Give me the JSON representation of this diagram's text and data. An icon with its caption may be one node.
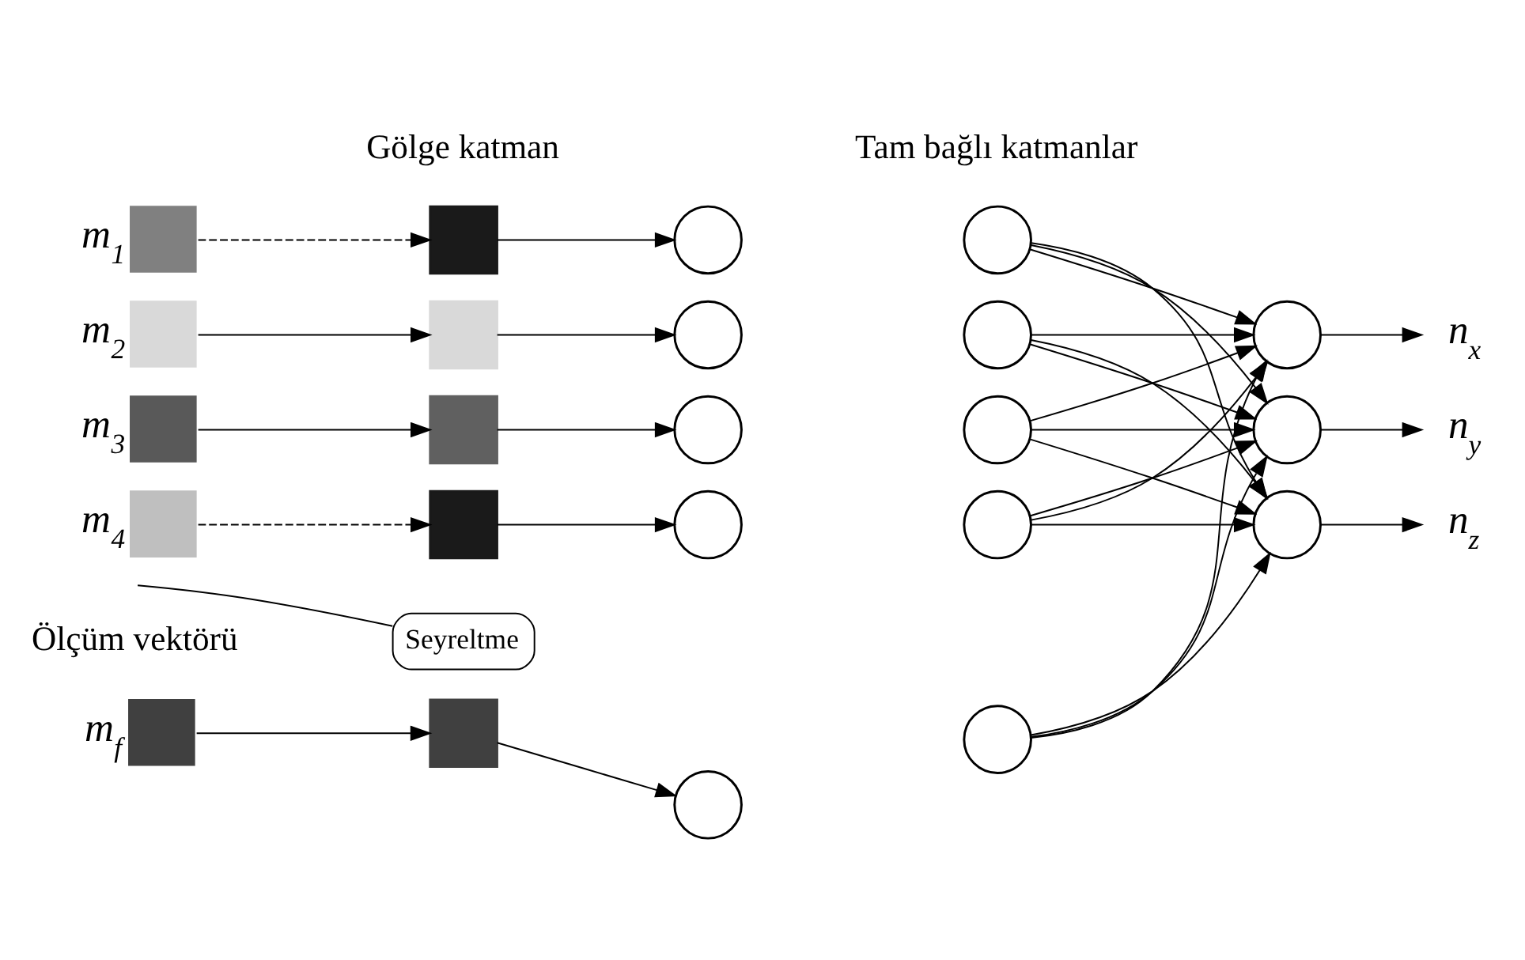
{
  "diagram": {
    "nodes": [
      {
        "text": [],
        "shape": "box",
        "beside": [
          "m$_{1}$"
        ]
      },
      {
        "text": [],
        "shape": "box",
        "beside": [
          "m$_{2}$"
        ]
      },
      {
        "text": [],
        "shape": "box",
        "beside": [
          "m$_{3}$"
        ]
      },
      {
        "text": [],
        "shape": "box",
        "beside": [
          "m$_{4}$"
        ]
      },
      {
        "text": [],
        "shape": "box",
        "beside": [
          "m$_{f}$"
        ]
      },
      {
        "text": [],
        "shape": "box"
      },
      {
        "text": [],
        "shape": "box"
      },
      {
        "text": [],
        "shape": "box"
      },
      {
        "text": [],
        "shape": "box"
      },
      {
        "text": [],
        "shape": "box"
      },
      {
        "text": [],
        "shape": "circle"
      },
      {
        "text": [],
        "shape": "circle"
      },
      {
        "text": [],
        "shape": "circle"
      },
      {
        "text": [],
        "shape": "circle"
      },
      {
        "text": [],
        "shape": "circle"
      },
      {
        "text": [],
        "shape": "circle"
      },
      {
        "text": [],
        "shape": "circle"
      },
      {
        "text": [],
        "shape": "circle"
      },
      {
        "text": [],
        "shape": "circle"
      },
      {
        "text": [],
        "shape": "circle"
      },
      {
        "text": [],
        "shape": "circle"
      },
      {
        "text": [],
        "shape": "circle"
      },
      {
        "text": [],
        "shape": "circle"
      },
      {
        "text": [
          "n$_{x}$"
        ]
      },
      {
        "text": [
          "n$_{y}$"
        ]
      },
      {
        "text": [
          "n$_{z}$"
        ]
      },
      {
        "text": [
          "Seyreltme"
        ]
      }
    ],
    "edges": [
      {
        "from": 0,
        "to": 5,
        "arrow": "to",
        "style": "dashed"
      },
      {
        "from": 1,
        "to": 6,
        "arrow": "to"
      },
      {
        "from": 2,
        "to": 7,
        "arrow": "to"
      },
      {
        "from": 3,
        "to": 8,
        "arrow": "to",
        "style": "dashed"
      },
      {
        "from": 4,
        "to": 9,
        "arrow": "to"
      },
      {
        "from": 5,
        "to": 10,
        "arrow": "to"
      },
      {
        "from": 6,
        "to": 11,
        "arrow": "to"
      },
      {
        "from": 7,
        "to": 12,
        "arrow": "to"
      },
      {
        "from": 8,
        "to": 13,
        "arrow": "to"
      },
      {
        "from": 9,
        "to": 14,
        "arrow": "to"
      },
      {
        "from": 15,
        "to": 20,
        "arrow": "to"
      },
      {
        "from": 15,
        "to": 21,
        "arrow": "to"
      },
      {
        "from": 15,
        "to": 22,
        "arrow": "to"
      },
      {
        "from": 16,
        "to": 20,
        "arrow": "to"
      },
      {
        "from": 16,
        "to": 21,
        "arrow": "to"
      },
      {
        "from": 16,
        "to": 22,
        "arrow": "to"
      },
      {
        "from": 17,
        "to": 20,
        "arrow": "to"
      },
      {
        "from": 17,
        "to": 21,
        "arrow": "to"
      },
      {
        "from": 17,
        "to": 22,
        "arrow": "to"
      },
      {
        "from": 18,
        "to": 20,
        "arrow": "to"
      },
      {
        "from": 18,
        "to": 21,
        "arrow": "to"
      },
      {
        "from": 18,
        "to": 22,
        "arrow": "to"
      },
      {
        "from": 19,
        "to": 20,
        "arrow": "to"
      },
      {
        "from": 19,
        "to": 21,
        "arrow": "to"
      },
      {
        "from": 19,
        "to": 22,
        "arrow": "to"
      },
      {
        "from": 20,
        "to": 23,
        "arrow": "to"
      },
      {
        "from": 21,
        "to": 24,
        "arrow": "to"
      },
      {
        "from": 22,
        "to": 25,
        "arrow": "to"
      },
      {
        "from": 26,
        "to": null,
        "arrow": "none"
      }
    ],
    "labels": [
      "Gölge katman",
      "Tam bağlı katmanlar",
      "Ölçüm vektörü"
    ]
  }
}
